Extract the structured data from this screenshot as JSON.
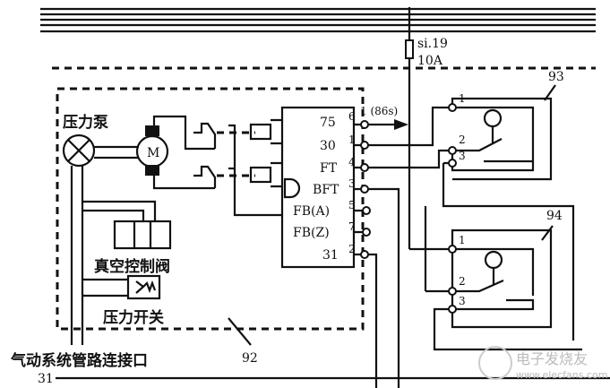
{
  "fuse": {
    "id": "si.19",
    "rating": "10A"
  },
  "controller": {
    "pins": [
      {
        "label": "75",
        "num": "6"
      },
      {
        "label": "30",
        "num": "1"
      },
      {
        "label": "FT",
        "num": "4"
      },
      {
        "label": "BFT",
        "num": "3"
      },
      {
        "label": "FB(A)",
        "num": "5"
      },
      {
        "label": "FB(Z)",
        "num": "7"
      },
      {
        "label": "31",
        "num": "2"
      }
    ],
    "output_label": "1 (86s)"
  },
  "components": {
    "pump": "压力泵",
    "motor": "M",
    "vacuum_valve": "真空控制阀",
    "pressure_switch": "压力开关",
    "pipe_connection": "气动系统管路连接口",
    "ground": "31"
  },
  "refs": {
    "unit": "92",
    "switch_a": "93",
    "switch_b": "94"
  },
  "switch_pins": [
    "1",
    "2",
    "3"
  ],
  "watermark": {
    "brand": "电子发烧友",
    "url": "www.elecfans.com"
  }
}
